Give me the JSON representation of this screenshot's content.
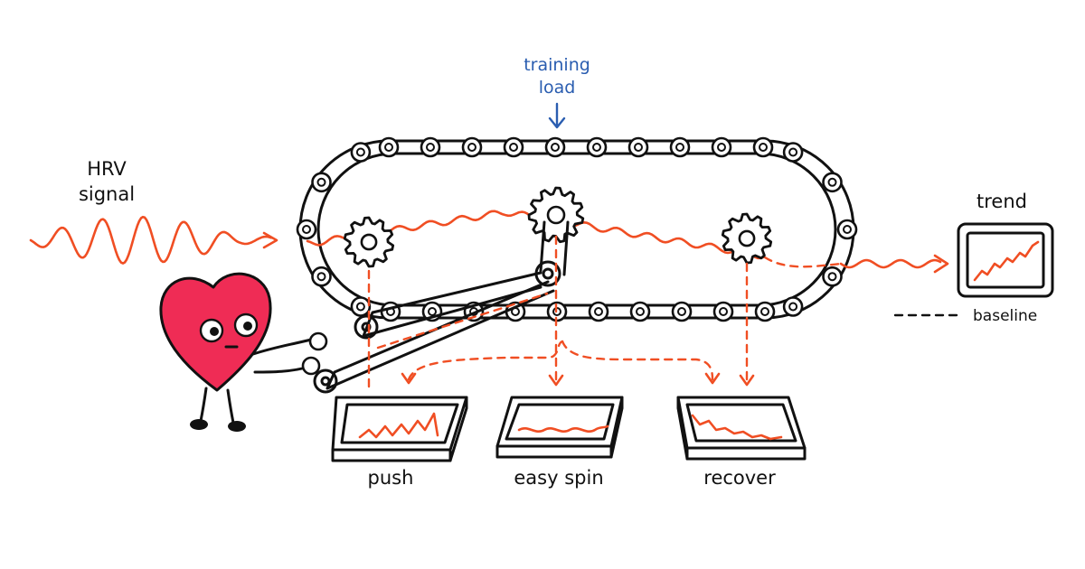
{
  "colors": {
    "ink": "#111111",
    "signal": "#f04e23",
    "annotation": "#2a5db0",
    "heart": "#ef2c55",
    "background": "#ffffff"
  },
  "labels": {
    "hrv_signal_line1": "HRV",
    "hrv_signal_line2": "signal",
    "training_load_line1": "training",
    "training_load_line2": "load",
    "trend": "trend",
    "baseline": "baseline",
    "bin_push": "push",
    "bin_easy_spin": "easy spin",
    "bin_recover": "recover"
  },
  "icons": {
    "mascot": "heart-character-icon",
    "monitor": "trend-monitor-icon",
    "mechanism": "chain-and-gears-icon",
    "output_bins": "tray-icon"
  }
}
